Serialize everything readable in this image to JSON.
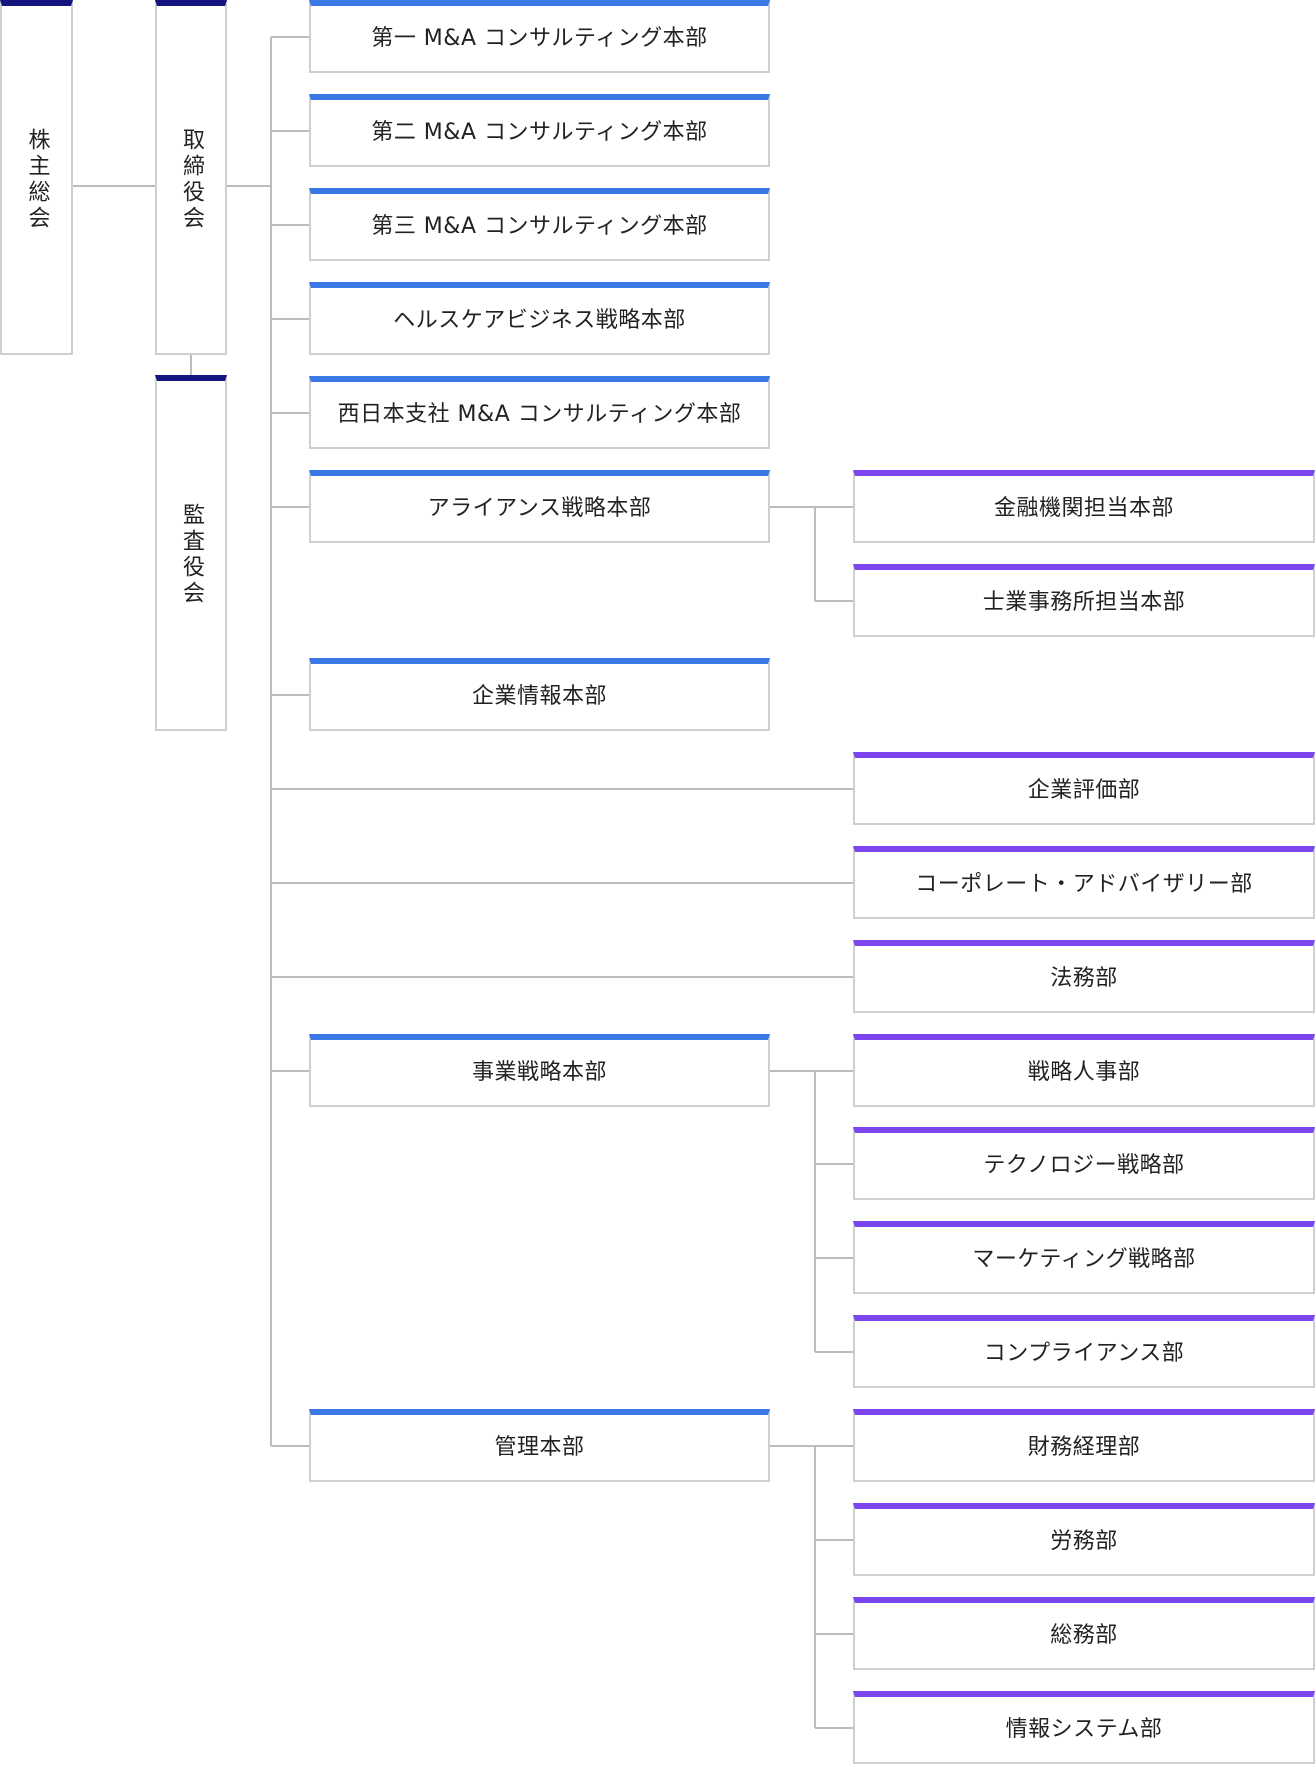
{
  "nodes": {
    "shareholders": "株主総会",
    "board": "取締役会",
    "auditors": "監査役会",
    "div1": "第一 M&A コンサルティング本部",
    "div2": "第二 M&A コンサルティング本部",
    "div3": "第三 M&A コンサルティング本部",
    "healthcare": "ヘルスケアビジネス戦略本部",
    "west": "西日本支社 M&A コンサルティング本部",
    "alliance": "アライアンス戦略本部",
    "fin_inst": "金融機関担当本部",
    "professionals": "士業事務所担当本部",
    "corp_info": "企業情報本部",
    "valuation": "企業評価部",
    "advisory": "コーポレート・アドバイザリー部",
    "legal": "法務部",
    "biz_strategy": "事業戦略本部",
    "hr": "戦略人事部",
    "tech": "テクノロジー戦略部",
    "marketing": "マーケティング戦略部",
    "compliance": "コンプライアンス部",
    "admin": "管理本部",
    "finance": "財務経理部",
    "labor": "労務部",
    "general": "総務部",
    "it": "情報システム部"
  },
  "colors": {
    "top_level": "#14147f",
    "division": "#3a78e6",
    "department": "#7b45ef",
    "border": "#cfcfcf",
    "line": "#bdbdbd"
  }
}
